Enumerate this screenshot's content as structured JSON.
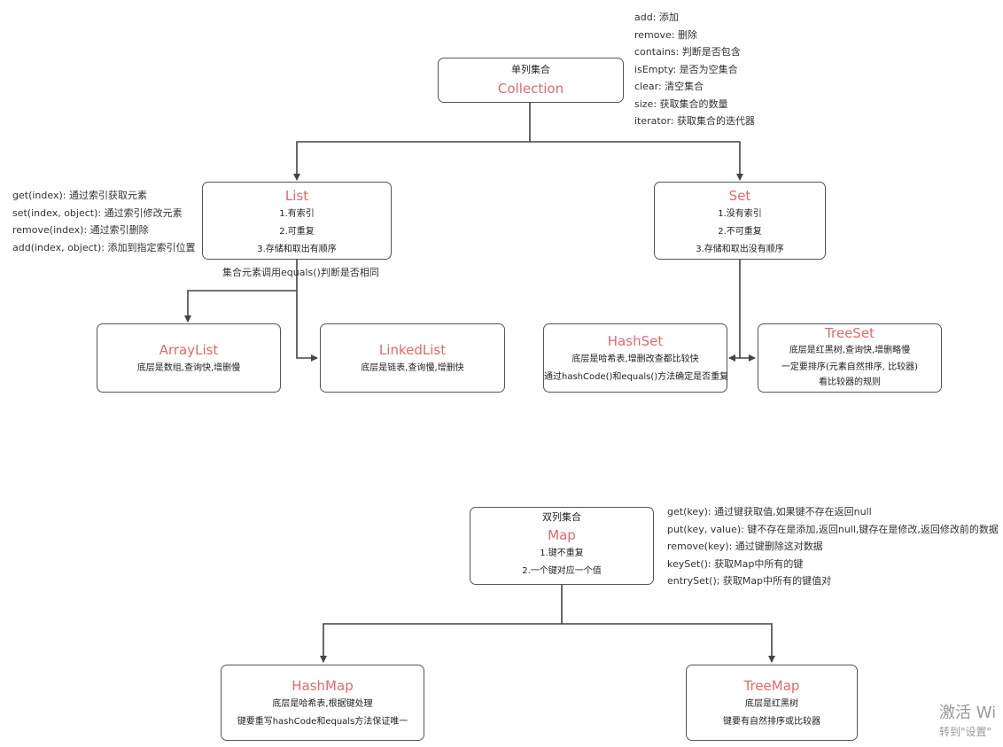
{
  "collection": {
    "subtitle": "单列集合",
    "title": "Collection"
  },
  "collection_methods": [
    "add: 添加",
    "remove: 删除",
    "contains: 判断是否包含",
    "isEmpty: 是否为空集合",
    "clear: 清空集合",
    "size: 获取集合的数量",
    "iterator: 获取集合的迭代器"
  ],
  "list": {
    "title": "List",
    "lines": [
      "1.有索引",
      "2.可重复",
      "3.存储和取出有顺序"
    ]
  },
  "list_methods": [
    "get(index): 通过索引获取元素",
    "set(index, object): 通过索引修改元素",
    "remove(index): 通过索引删除",
    "add(index, object): 添加到指定索引位置"
  ],
  "list_caption": "集合元素调用equals()判断是否相同",
  "set": {
    "title": "Set",
    "lines": [
      "1.没有索引",
      "2.不可重复",
      "3.存储和取出没有顺序"
    ]
  },
  "arraylist": {
    "title": "ArrayList",
    "lines": [
      "底层是数组,查询快,增删慢"
    ]
  },
  "linkedlist": {
    "title": "LinkedList",
    "lines": [
      "底层是链表,查询慢,增删快"
    ]
  },
  "hashset": {
    "title": "HashSet",
    "lines": [
      "底层是哈希表,增删改查都比较快",
      "通过hashCode()和equals()方法确定是否重复"
    ]
  },
  "treeset": {
    "title": "TreeSet",
    "lines": [
      "底层是红黑树,查询快,增删略慢",
      "一定要排序(元素自然排序, 比较器)",
      "看比较器的规则"
    ]
  },
  "map": {
    "subtitle": "双列集合",
    "title": "Map",
    "lines": [
      "1.键不重复",
      "2.一个键对应一个值"
    ]
  },
  "map_methods": [
    "get(key): 通过键获取值,如果键不存在返回null",
    "put(key, value): 键不存在是添加,返回null,键存在是修改,返回修改前的数据",
    "remove(key): 通过键删除这对数据",
    "keySet(): 获取Map中所有的键",
    "entrySet(); 获取Map中所有的键值对"
  ],
  "hashmap": {
    "title": "HashMap",
    "lines": [
      "底层是哈希表,根据键处理",
      "键要重写hashCode和equals方法保证唯一"
    ]
  },
  "treemap": {
    "title": "TreeMap",
    "lines": [
      "底层是红黑树",
      "键要有自然排序或比较器"
    ]
  },
  "watermark": {
    "line1": "激活 Wi",
    "line2": "转到\"设置\""
  }
}
